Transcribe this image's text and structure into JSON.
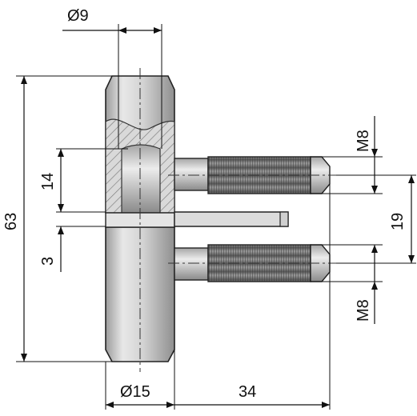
{
  "dimensions": {
    "pin_diameter": "Ø9",
    "body_diameter": "Ø15",
    "total_height": "63",
    "length_14": "14",
    "gap_3": "3",
    "pin_spacing": "19",
    "thread_top": "M8",
    "thread_bottom": "M8",
    "depth": "34"
  },
  "colors": {
    "body_light": "#e6e6e6",
    "body_dark": "#a9a9a9",
    "thread": "#7a7a7a",
    "hatch": "#777777"
  }
}
